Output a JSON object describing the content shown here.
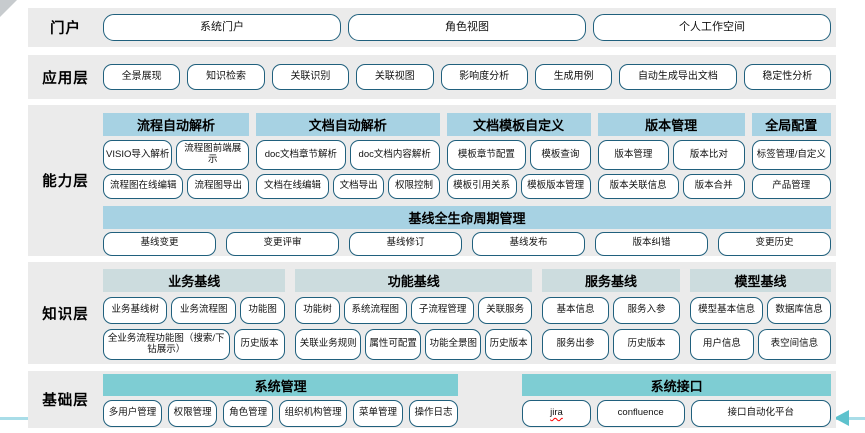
{
  "colors": {
    "band_background": "#ebebeb",
    "box_border": "#20607d",
    "header_light_blue": "#a7d2e3",
    "header_teal": "#7ecdd3",
    "header_pale_gray_blue": "#ccdcde",
    "decorative_line": "#a9dde8",
    "decorative_arrow": "#5ec2cd",
    "misspell_underline": "#ff0000"
  },
  "layers": {
    "portal": {
      "label": "门户",
      "buttons": [
        "系统门户",
        "角色视图",
        "个人工作空间"
      ]
    },
    "application": {
      "label": "应用层",
      "buttons": [
        "全景展现",
        "知识检索",
        "关联识别",
        "关联视图",
        "影响度分析",
        "生成用例",
        "自动生成导出文档",
        "稳定性分析"
      ]
    },
    "capability": {
      "label": "能力层",
      "groups": [
        {
          "header": "流程自动解析",
          "row1": [
            "VISIO导入解析",
            "流程图前端展示"
          ],
          "row2": [
            "流程图在线编辑",
            "流程图导出"
          ]
        },
        {
          "header": "文档自动解析",
          "row1": [
            "doc文档章节解析",
            "doc文档内容解析"
          ],
          "row2": [
            "文档在线编辑",
            "文档导出",
            "权限控制"
          ]
        },
        {
          "header": "文档模板自定义",
          "row1": [
            "模板章节配置",
            "模板查询"
          ],
          "row2": [
            "模板引用关系",
            "模板版本管理"
          ]
        },
        {
          "header": "版本管理",
          "row1": [
            "版本管理",
            "版本比对"
          ],
          "row2": [
            "版本关联信息",
            "版本合并"
          ]
        },
        {
          "header": "全局配置",
          "row1": [
            "标签管理/自定义"
          ],
          "row2": [
            "产品管理"
          ]
        }
      ],
      "baseline": {
        "header": "基线全生命周期管理",
        "buttons": [
          "基线变更",
          "变更评审",
          "基线修订",
          "基线发布",
          "版本纠错",
          "变更历史"
        ]
      }
    },
    "knowledge": {
      "label": "知识层",
      "groups": [
        {
          "header": "业务基线",
          "row1": [
            "业务基线树",
            "业务流程图",
            "功能图"
          ],
          "row2": [
            "全业务流程功能图（搜索/下钻展示）",
            "历史版本"
          ]
        },
        {
          "header": "功能基线",
          "row1": [
            "功能树",
            "系统流程图",
            "子流程管理",
            "关联服务"
          ],
          "row2": [
            "关联业务规则",
            "属性可配置",
            "功能全景图",
            "历史版本"
          ]
        },
        {
          "header": "服务基线",
          "row1": [
            "基本信息",
            "服务入参"
          ],
          "row2": [
            "服务出参",
            "历史版本"
          ]
        },
        {
          "header": "模型基线",
          "row1": [
            "模型基本信息",
            "数据库信息"
          ],
          "row2": [
            "用户信息",
            "表空间信息"
          ]
        }
      ]
    },
    "foundation": {
      "label": "基础层",
      "groups": [
        {
          "header": "系统管理",
          "buttons": [
            "多用户管理",
            "权限管理",
            "角色管理",
            "组织机构管理",
            "菜单管理",
            "操作日志"
          ]
        },
        {
          "header": "系统接口",
          "buttons": [
            "jira",
            "confluence",
            "接口自动化平台"
          ]
        }
      ]
    }
  }
}
